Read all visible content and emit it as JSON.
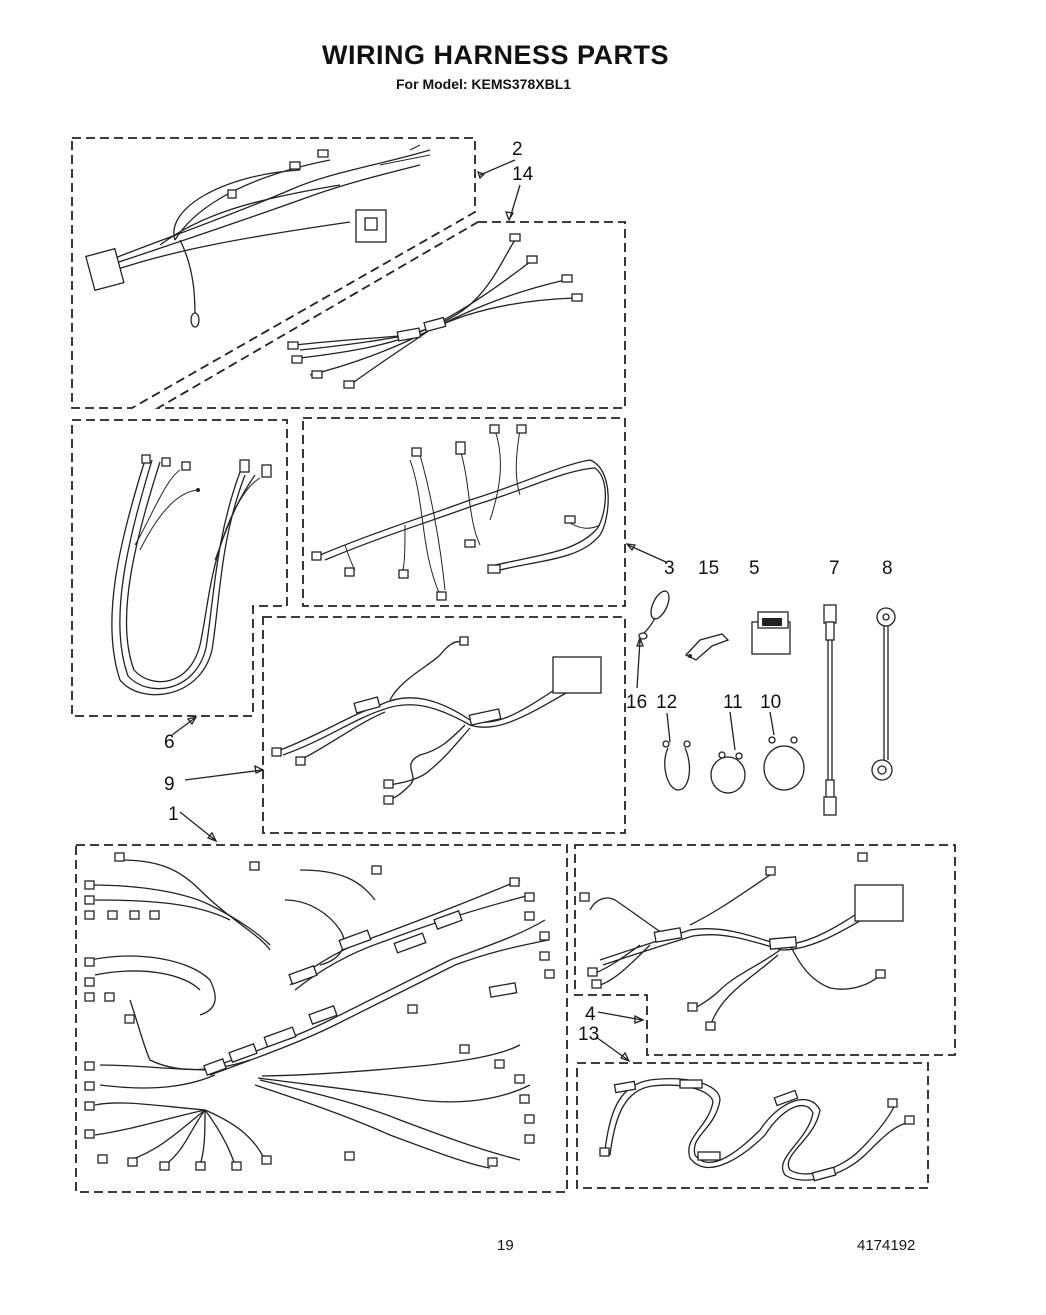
{
  "header": {
    "title": "WIRING HARNESS PARTS",
    "subtitle": "For Model: KEMS378XBL1"
  },
  "footer": {
    "page_number": "19",
    "document_number": "4174192"
  },
  "callouts": {
    "c2": "2",
    "c14": "14",
    "c3": "3",
    "c15": "15",
    "c5": "5",
    "c7": "7",
    "c8": "8",
    "c16": "16",
    "c12": "12",
    "c11": "11",
    "c10": "10",
    "c6": "6",
    "c9": "9",
    "c1": "1",
    "c4": "4",
    "c13": "13"
  }
}
